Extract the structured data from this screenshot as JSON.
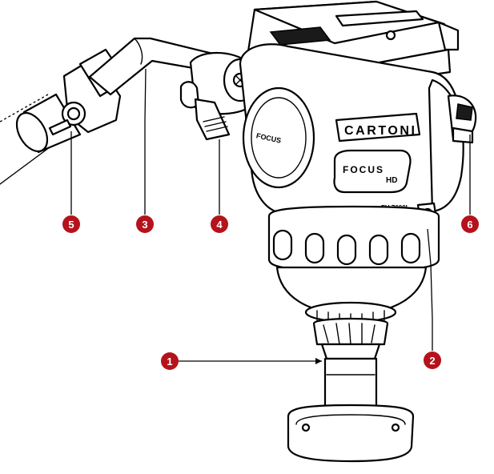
{
  "colors": {
    "callout_fill": "#b5121b",
    "callout_text": "#ffffff",
    "line_art": "#000000",
    "background": "#ffffff"
  },
  "branding": {
    "maker": "CARTONI",
    "model": "FOCUS",
    "model_suffix": "HD",
    "side_disc": "FOCUS",
    "part_code": "FH 7000L"
  },
  "callouts": [
    {
      "id": "1",
      "label": "1"
    },
    {
      "id": "2",
      "label": "2"
    },
    {
      "id": "3",
      "label": "3"
    },
    {
      "id": "4",
      "label": "4"
    },
    {
      "id": "5",
      "label": "5"
    },
    {
      "id": "6",
      "label": "6"
    }
  ]
}
